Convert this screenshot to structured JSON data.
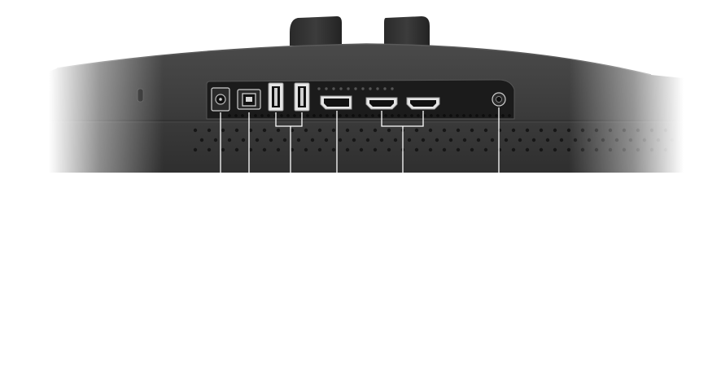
{
  "figure": {
    "subject": "monitor-rear-port-panel",
    "background_color": "#ffffff",
    "body_color": "#3a3a3a",
    "panel_color": "#1e1e1e",
    "port_face_color": "#e6e6e6",
    "callout_line_color": "#ffffff"
  },
  "ports": [
    {
      "name": "dc-power-port",
      "icon": "dc-power-icon"
    },
    {
      "name": "usb-b-upstream-port",
      "icon": "usb-b-icon"
    },
    {
      "name": "usb-a-port-1",
      "icon": "usb-a-icon"
    },
    {
      "name": "usb-a-port-2",
      "icon": "usb-a-icon"
    },
    {
      "name": "displayport",
      "icon": "displayport-icon"
    },
    {
      "name": "hdmi-port-1",
      "icon": "hdmi-icon"
    },
    {
      "name": "hdmi-port-2",
      "icon": "hdmi-icon"
    },
    {
      "name": "audio-out-jack",
      "icon": "audio-jack-icon"
    }
  ]
}
